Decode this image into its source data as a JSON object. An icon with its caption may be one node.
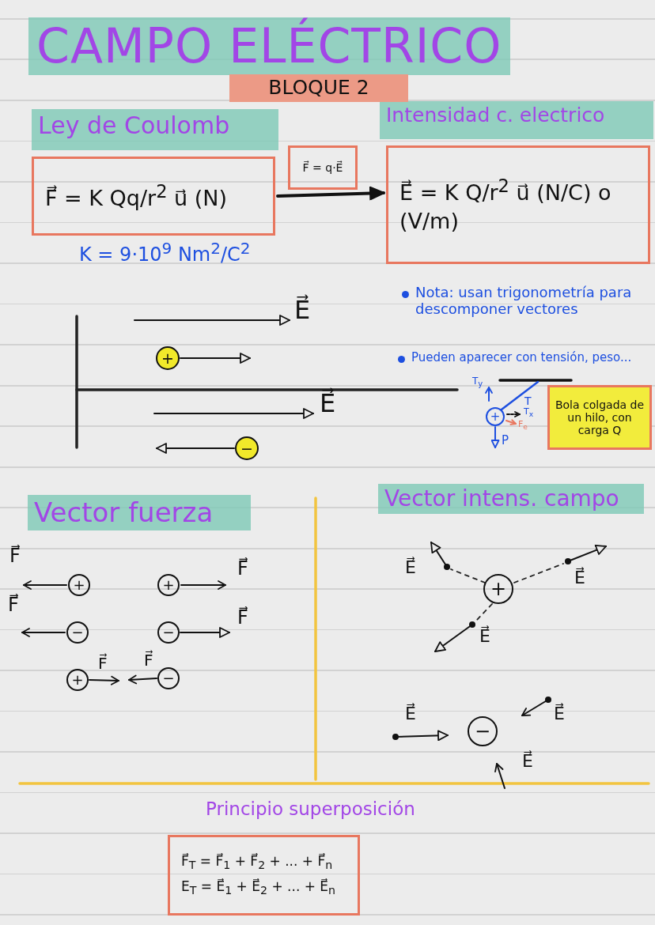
{
  "diagram": {
    "title": "CAMPO ELÉCTRICO",
    "nodes": [
      {
        "text": [
          "Ley de Coulomb",
          "F⃗ = K Qq/r$^{2}$ u⃗ (N)"
        ],
        "beside": [
          "K = 9·10$^{9}$ Nm$^{2}$/C$^{2}$"
        ]
      },
      {
        "text": [
          "F⃗ = q·E⃗"
        ]
      },
      {
        "text": [
          "Intensidad c. electrico",
          "E⃗ = K Q/r$^{2}$ u⃗ (N/C) o (V/m)"
        ]
      },
      {
        "text": [
          "+"
        ]
      },
      {
        "text": [
          "−"
        ]
      },
      {
        "text": [
          "+"
        ]
      },
      {
        "text": [
          "Bola colgada de un hilo, con carga Q"
        ]
      },
      {
        "text": [
          "+"
        ]
      },
      {
        "text": [
          "+"
        ]
      },
      {
        "text": [
          "−"
        ]
      },
      {
        "text": [
          "−"
        ]
      },
      {
        "text": [
          "+"
        ]
      },
      {
        "text": [
          "−"
        ]
      },
      {
        "text": [
          "+"
        ]
      },
      {
        "text": [
          "−"
        ]
      },
      {
        "text": [
          "Principio superposición",
          "F⃗$_{T}$ = F⃗$_{1}$ + F⃗$_{2}$ + ... + F⃗$_{n}$",
          "E$_{T}$ = E⃗$_{1}$ + E⃗$_{2}$ + ... + E⃗$_{n}$"
        ]
      }
    ],
    "edges": [
      {
        "from": 0,
        "to": 2,
        "arrow": "to"
      }
    ],
    "labels": [
      "BLOQUE 2",
      "Nota: usan trigonometría para descomponer vectores",
      "E⃗",
      "Pueden aparecer con tensión, peso...",
      "E⃗",
      "T$_{y}$",
      "T",
      "T$_{x}$",
      "F$_{e}$",
      "P",
      "Vector fuerza",
      "Vector intens. campo",
      "F⃗",
      "F⃗",
      "F⃗",
      "F⃗",
      "F⃗",
      "F⃗",
      "E⃗",
      "E⃗",
      "E⃗",
      "E⃗",
      "E⃗",
      "E⃗"
    ]
  }
}
